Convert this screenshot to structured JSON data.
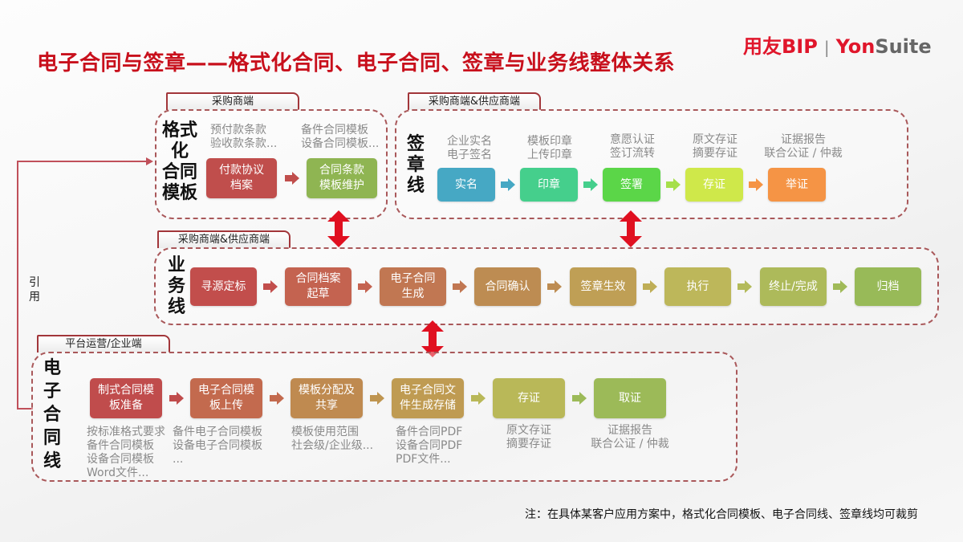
{
  "title": "电子合同与签章——格式化合同、电子合同、签章与业务线整体关系",
  "logo": {
    "brand_cn": "用友BIP",
    "separator": "|",
    "brand_yon": "Yon",
    "brand_suite": "Suite"
  },
  "cite_label": "引\n用",
  "colors": {
    "accent": "#c8101c",
    "dashed_border": "#a9585a",
    "double_arrow": "#e01020"
  },
  "template_panel": {
    "tag": "采购商端",
    "label": "格式\n化\n合同\n模板",
    "notes": [
      "预付款条款\n验收款条款...",
      "备件合同模板\n设备合同模板..."
    ],
    "boxes": [
      {
        "label": "付款协议\n档案",
        "color": "#c04e4c"
      },
      {
        "label": "合同条款\n模板维护",
        "color": "#8fb552"
      }
    ]
  },
  "seal_panel": {
    "tag": "采购商端&供应商端",
    "label": "签\n章\n线",
    "steps": [
      {
        "note": "企业实名\n电子签名",
        "label": "实名",
        "color": "#46a8c4"
      },
      {
        "note": "模板印章\n上传印章",
        "label": "印章",
        "color": "#45cf8c"
      },
      {
        "note": "意愿认证\n签订流转",
        "label": "签署",
        "color": "#5bd648"
      },
      {
        "note": "原文存证\n摘要存证",
        "label": "存证",
        "color": "#cfe84a"
      },
      {
        "note": "证据报告\n联合公证 / 仲裁",
        "label": "举证",
        "color": "#f59445"
      }
    ]
  },
  "business_panel": {
    "tag": "采购商端&供应商端",
    "label": "业\n务\n线",
    "steps": [
      {
        "label": "寻源定标",
        "color": "#c24e4c"
      },
      {
        "label": "合同档案\n起草",
        "color": "#c46350"
      },
      {
        "label": "电子合同\n生成",
        "color": "#c17752"
      },
      {
        "label": "合同确认",
        "color": "#bd8c52"
      },
      {
        "label": "签章生效",
        "color": "#bf9f55"
      },
      {
        "label": "执行",
        "color": "#bdb75a"
      },
      {
        "label": "终止/完成",
        "color": "#adba5a"
      },
      {
        "label": "归档",
        "color": "#98ba58"
      }
    ]
  },
  "econtract_panel": {
    "tag": "平台运营/企业端",
    "label": "电\n子\n合\n同\n线",
    "steps": [
      {
        "label": "制式合同模\n板准备",
        "color": "#c04c4c",
        "note": "按标准格式要求\n备件合同模板\n设备合同模板\nWord文件..."
      },
      {
        "label": "电子合同模\n板上传",
        "color": "#c36a4e",
        "note": "备件电子合同模板\n设备电子合同模板\n..."
      },
      {
        "label": "模板分配及\n共享",
        "color": "#bf8a50",
        "note": "模板使用范围\n社会级/企业级..."
      },
      {
        "label": "电子合同文\n件生成存储",
        "color": "#bf9b52",
        "note": "备件合同PDF\n设备合同PDF\nPDF文件..."
      },
      {
        "label": "存证",
        "color": "#b9b858",
        "note": "原文存证\n摘要存证"
      },
      {
        "label": "取证",
        "color": "#9cba58",
        "note": "证据报告\n联合公证 / 仲裁"
      }
    ]
  },
  "footer_note": "注：在具体某客户应用方案中，格式化合同模板、电子合同线、签章线均可裁剪"
}
